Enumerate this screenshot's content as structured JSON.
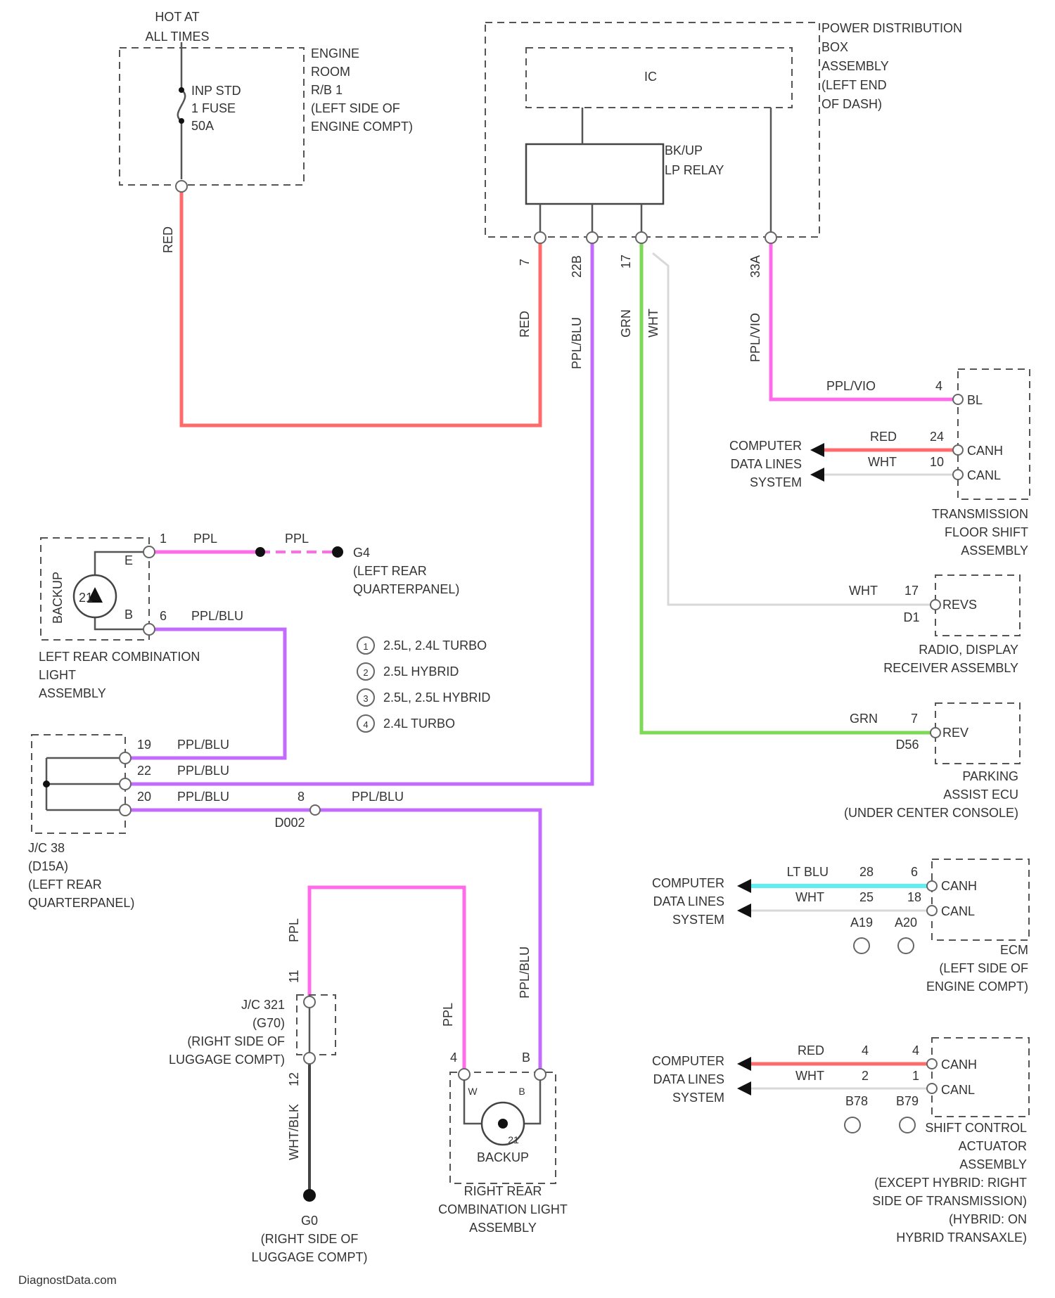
{
  "colors": {
    "red": "#ff6b6b",
    "magenta": "#ff6be8",
    "violet": "#c46bff",
    "green": "#7ed957",
    "cyan": "#5ef0f0",
    "white_wire": "#d8d8d8",
    "black_wire": "#444444"
  },
  "fuse_box": {
    "hot": [
      "HOT AT",
      "ALL TIMES"
    ],
    "fuse": [
      "INP STD",
      "1 FUSE",
      "50A"
    ],
    "label": [
      "ENGINE",
      "ROOM",
      "R/B 1",
      "(LEFT SIDE OF",
      "ENGINE COMPT)"
    ]
  },
  "pdb": {
    "label": [
      "POWER DISTRIBUTION",
      "BOX",
      "ASSEMBLY",
      "(LEFT END",
      "OF DASH)"
    ],
    "ic": "IC",
    "relay": [
      "BK/UP",
      "LP RELAY"
    ],
    "pins": [
      "7",
      "22B",
      "17",
      "33A"
    ]
  },
  "wires": {
    "red_fuse": "RED",
    "red_relay": "RED",
    "ppl_blu_main": "PPL/BLU",
    "grn": "GRN",
    "wht": "WHT",
    "ppl_vio": "PPL/VIO"
  },
  "tfs": {
    "rows": [
      {
        "color": "PPL/VIO",
        "pin": "4",
        "term": "BL"
      },
      {
        "color": "RED",
        "pin": "24",
        "term": "CANH"
      },
      {
        "color": "WHT",
        "pin": "10",
        "term": "CANL"
      }
    ],
    "cdl": [
      "COMPUTER",
      "DATA LINES",
      "SYSTEM"
    ],
    "label": [
      "TRANSMISSION",
      "FLOOR SHIFT",
      "ASSEMBLY"
    ]
  },
  "radio": {
    "wire": "WHT",
    "pins": [
      "17",
      "D1"
    ],
    "term": "REVS",
    "label": [
      "RADIO, DISPLAY",
      "RECEIVER ASSEMBLY"
    ]
  },
  "parking": {
    "wire": "GRN",
    "pins": [
      "7",
      "D56"
    ],
    "term": "REV",
    "label": [
      "PARKING",
      "ASSIST ECU",
      "(UNDER CENTER CONSOLE)"
    ]
  },
  "ecm": {
    "rows": [
      {
        "color": "LT BLU",
        "pin1": "28",
        "pin2": "6",
        "term": "CANH"
      },
      {
        "color": "WHT",
        "pin1": "25",
        "pin2": "18",
        "term": "CANL"
      }
    ],
    "conns": [
      "A19",
      "A20"
    ],
    "cdl": [
      "COMPUTER",
      "DATA LINES",
      "SYSTEM"
    ],
    "label": [
      "ECM",
      "(LEFT SIDE OF",
      "ENGINE COMPT)"
    ]
  },
  "sca": {
    "rows": [
      {
        "color": "RED",
        "pin1": "4",
        "pin2": "4",
        "term": "CANH"
      },
      {
        "color": "WHT",
        "pin1": "2",
        "pin2": "1",
        "term": "CANL"
      }
    ],
    "conns": [
      "B78",
      "B79"
    ],
    "cdl": [
      "COMPUTER",
      "DATA LINES",
      "SYSTEM"
    ],
    "label": [
      "SHIFT CONTROL",
      "ACTUATOR",
      "ASSEMBLY",
      "(EXCEPT HYBRID: RIGHT",
      "SIDE OF TRANSMISSION)",
      "(HYBRID: ON",
      "HYBRID TRANSAXLE)"
    ]
  },
  "left_lamp": {
    "bulb": "21",
    "text": "BACKUP",
    "pins": [
      "E",
      "B"
    ],
    "pin_nums": [
      "1",
      "6"
    ],
    "wires": [
      "PPL",
      "PPL",
      "PPL/BLU"
    ],
    "ground": [
      "G4",
      "(LEFT REAR",
      "QUARTERPANEL)"
    ],
    "label": [
      "LEFT REAR COMBINATION",
      "LIGHT",
      "ASSEMBLY"
    ]
  },
  "legend": [
    {
      "key": "1",
      "text": "2.5L, 2.4L TURBO"
    },
    {
      "key": "2",
      "text": "2.5L HYBRID"
    },
    {
      "key": "3",
      "text": "2.5L, 2.5L HYBRID"
    },
    {
      "key": "4",
      "text": "2.4L TURBO"
    }
  ],
  "jc38": {
    "rows": [
      {
        "pin": "19",
        "color": "PPL/BLU"
      },
      {
        "pin": "22",
        "color": "PPL/BLU"
      },
      {
        "pin": "20",
        "color": "PPL/BLU"
      }
    ],
    "pin8": "8",
    "conn": "D002",
    "wire_out": "PPL/BLU",
    "label": [
      "J/C 38",
      "(D15A)",
      "(LEFT REAR",
      "QUARTERPANEL)"
    ]
  },
  "jc": {
    "pins": [
      "11",
      "12"
    ],
    "wire_top": "PPL",
    "wire_bottom": "WHT/BLK",
    "label": [
      "J/C 321",
      "(G70)",
      "(RIGHT SIDE OF",
      "LUGGAGE COMPT)"
    ]
  },
  "right_lamp": {
    "bulb": "21",
    "text": "BACKUP",
    "pins": [
      "4",
      "B"
    ],
    "inner": [
      "W",
      "B"
    ],
    "wires": [
      "PPL",
      "PPL/BLU"
    ],
    "label": [
      "RIGHT REAR",
      "COMBINATION LIGHT",
      "ASSEMBLY"
    ]
  },
  "ground_right": [
    "G0",
    "(RIGHT SIDE OF",
    "LUGGAGE COMPT)"
  ],
  "watermark": "DiagnostData.com"
}
